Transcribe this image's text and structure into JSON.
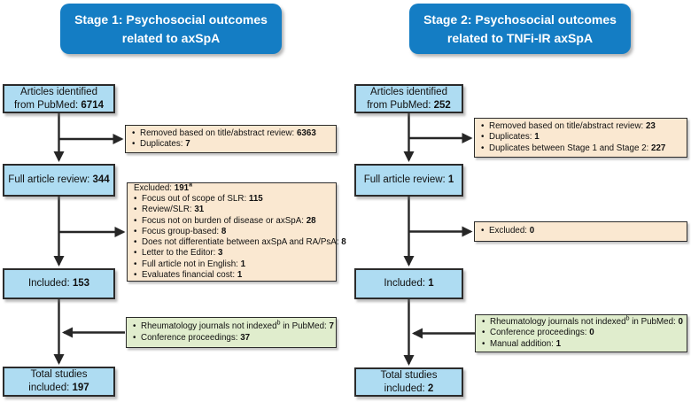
{
  "colors": {
    "header_bg": "#147dc4",
    "flow_box_bg": "#aedcf2",
    "exclusion_note_bg": "#fae8d1",
    "addition_note_bg": "#e0edcd",
    "border": "#2b2b2b"
  },
  "stages": [
    {
      "header": {
        "line1": "Stage 1: Psychosocial outcomes",
        "line2": "related to axSpA"
      },
      "flow": {
        "identified": {
          "line1": "Articles identified",
          "line2_label": "from PubMed: ",
          "value": "6714"
        },
        "review": {
          "label": "Full article review: ",
          "value": "344"
        },
        "included": {
          "label": "Included: ",
          "value": "153"
        },
        "total": {
          "line1": "Total studies",
          "line2_label": "included: ",
          "value": "197"
        }
      },
      "removed_note": {
        "items": [
          {
            "pre": "Removed based on title/abstract review: ",
            "value": "6363"
          },
          {
            "pre": "Duplicates: ",
            "value": "7"
          }
        ]
      },
      "excluded_note": {
        "title": {
          "pre": "Excluded: ",
          "value": "191",
          "sup": "a"
        },
        "items": [
          {
            "pre": "Focus out of scope of SLR: ",
            "value": "115"
          },
          {
            "pre": "Review/SLR: ",
            "value": "31"
          },
          {
            "pre": "Focus not on burden of disease or axSpA: ",
            "value": "28"
          },
          {
            "pre": "Focus group-based: ",
            "value": "8"
          },
          {
            "pre": "Does not differentiate between axSpA and RA/PsA: ",
            "value": "8"
          },
          {
            "pre": "Letter to the Editor: ",
            "value": "3"
          },
          {
            "pre": "Full article not in English: ",
            "value": "1"
          },
          {
            "pre": "Evaluates financial cost: ",
            "value": "1"
          }
        ]
      },
      "addition_note": {
        "items": [
          {
            "pre": "Rheumatology journals not indexed",
            "sup": "b",
            "post": " in PubMed: ",
            "value": "7"
          },
          {
            "pre": "Conference proceedings: ",
            "value": "37"
          }
        ]
      }
    },
    {
      "header": {
        "line1": "Stage 2: Psychosocial outcomes",
        "line2": "related to TNFi-IR axSpA"
      },
      "flow": {
        "identified": {
          "line1": "Articles identified",
          "line2_label": "from PubMed: ",
          "value": "252"
        },
        "review": {
          "label": "Full article review: ",
          "value": "1"
        },
        "included": {
          "label": "Included: ",
          "value": "1"
        },
        "total": {
          "line1": "Total studies",
          "line2_label": "included: ",
          "value": "2"
        }
      },
      "removed_note": {
        "items": [
          {
            "pre": "Removed based on title/abstract review: ",
            "value": "23"
          },
          {
            "pre": "Duplicates: ",
            "value": "1"
          },
          {
            "pre": "Duplicates between Stage 1 and Stage 2: ",
            "value": "227"
          }
        ]
      },
      "excluded_note": {
        "items": [
          {
            "pre": "Excluded: ",
            "value": "0"
          }
        ]
      },
      "addition_note": {
        "items": [
          {
            "pre": "Rheumatology journals not indexed",
            "sup": "b",
            "post": " in PubMed: ",
            "value": "0"
          },
          {
            "pre": "Conference proceedings: ",
            "value": "0"
          },
          {
            "pre": "Manual addition: ",
            "value": "1"
          }
        ]
      }
    }
  ]
}
